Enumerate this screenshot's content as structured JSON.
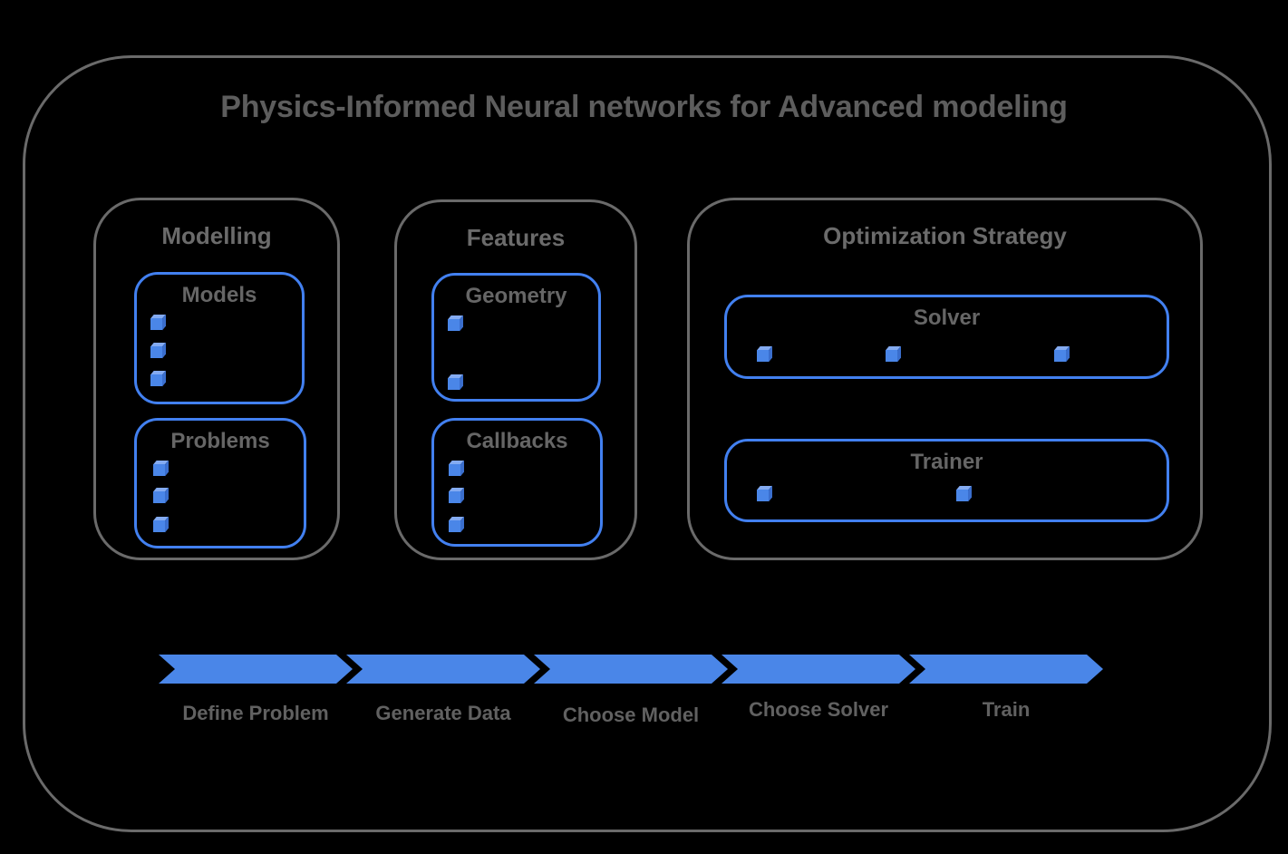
{
  "title": "Physics-Informed Neural networks for Advanced modeling",
  "groups": [
    {
      "label": "Modelling",
      "boxes": [
        {
          "label": "Models",
          "bullet_count": 3
        },
        {
          "label": "Problems",
          "bullet_count": 3
        }
      ]
    },
    {
      "label": "Features",
      "boxes": [
        {
          "label": "Geometry",
          "bullet_count": 2
        },
        {
          "label": "Callbacks",
          "bullet_count": 3
        }
      ]
    },
    {
      "label": "Optimization Strategy",
      "boxes": [
        {
          "label": "Solver",
          "bullet_count": 3
        },
        {
          "label": "Trainer",
          "bullet_count": 2
        }
      ]
    }
  ],
  "flow": {
    "steps": [
      "Define Problem",
      "Generate Data",
      "Choose Model",
      "Choose Solver",
      "Train"
    ]
  },
  "colors": {
    "background": "#000000",
    "frame_gray": "#6a6a6a",
    "border_blue": "#4280f0",
    "cube_front": "#4a86e8",
    "cube_top": "#84abf1",
    "cube_side": "#3a6ecd",
    "ribbon_blue": "#4a86e8",
    "text_gray": "#616161"
  }
}
